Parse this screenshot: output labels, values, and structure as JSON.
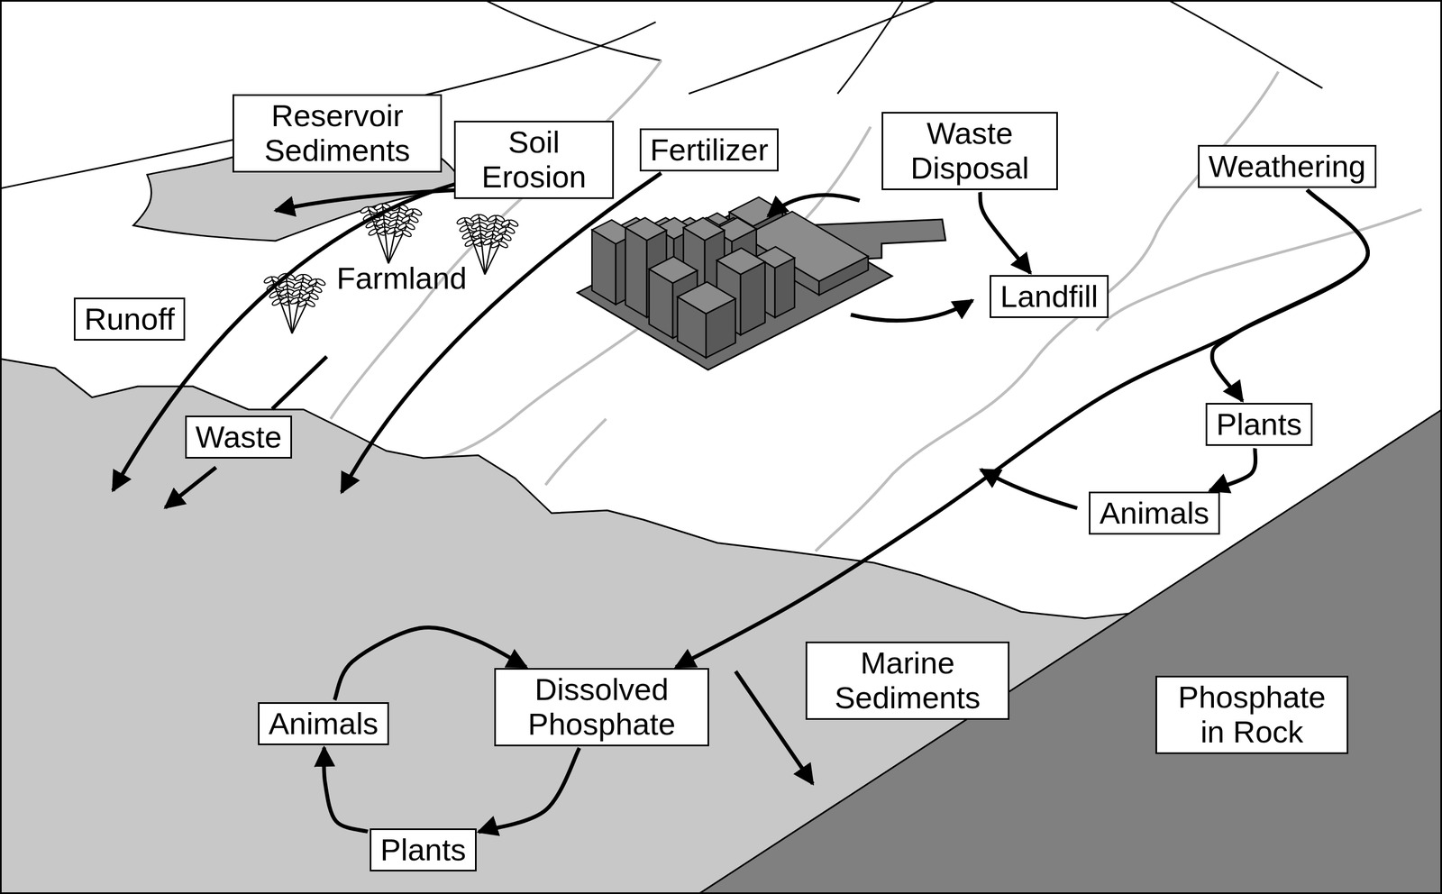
{
  "diagram": {
    "nodes": [
      {
        "text": [
          "Reservoir Sediments"
        ]
      },
      {
        "text": [
          "Soil Erosion"
        ]
      },
      {
        "text": [
          "Fertilizer"
        ]
      },
      {
        "text": [
          "Waste Disposal"
        ]
      },
      {
        "text": [
          "Weathering"
        ]
      },
      {
        "text": [
          "Runoff"
        ]
      },
      {
        "text": [
          "Landfill"
        ]
      },
      {
        "text": [
          "Plants"
        ]
      },
      {
        "text": [
          "Waste"
        ]
      },
      {
        "text": [
          "Animals"
        ]
      },
      {
        "text": [
          "Marine Sediments"
        ]
      },
      {
        "text": [
          "Dissolved Phosphate"
        ]
      },
      {
        "text": [
          "Phosphate in Rock"
        ]
      },
      {
        "text": [
          "Animals"
        ]
      },
      {
        "text": [
          "Plants"
        ]
      }
    ],
    "edges": [
      {
        "from": 3,
        "to": 6,
        "arrow": "to"
      },
      {
        "from": 4,
        "to": 11,
        "arrow": "to"
      },
      {
        "from": 4,
        "to": 7,
        "arrow": "to"
      },
      {
        "from": 7,
        "to": 9,
        "arrow": "to"
      },
      {
        "from": 11,
        "to": 14,
        "arrow": "to"
      },
      {
        "from": 14,
        "to": 13,
        "arrow": "to"
      },
      {
        "from": 13,
        "to": 11,
        "arrow": "to"
      }
    ],
    "labels": [
      "Farmland"
    ]
  }
}
